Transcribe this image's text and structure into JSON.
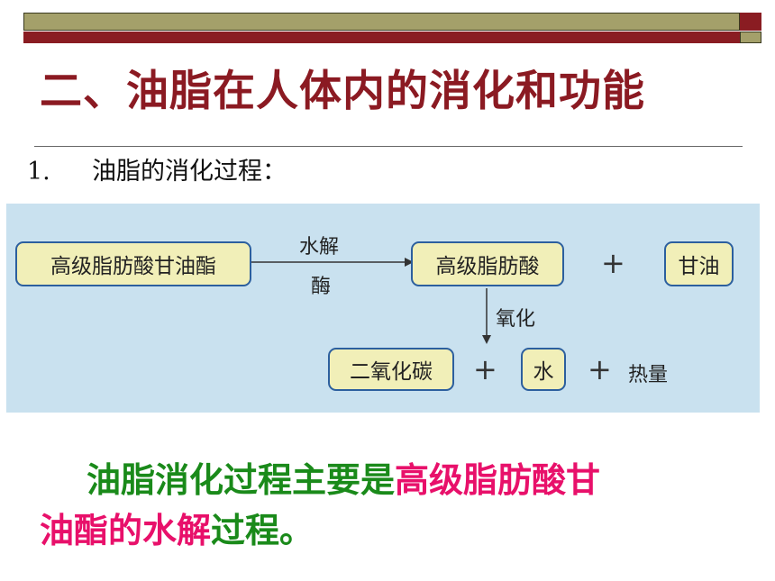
{
  "header": {
    "title": "二、油脂在人体内的消化和功能",
    "colors": {
      "maroon": "#8a1c22",
      "olive": "#a4a06a",
      "title": "#8b1a22"
    }
  },
  "section": {
    "number": "1.",
    "heading": "油脂的消化过程："
  },
  "diagram": {
    "start_box": "高级脂肪酸甘油酯",
    "condition_top": "水解",
    "condition_bottom": "酶",
    "product_box": "高级脂肪酸",
    "plus1": "+",
    "glycerol_box": "甘油",
    "oxidation_label": "氧化",
    "final_box1": "二氧化碳",
    "plus2": "+",
    "final_box2": "水",
    "plus3": "+",
    "heat_label": "热量",
    "colors": {
      "panel": "#c9e1ef",
      "box_fill": "#f1efb8",
      "box_border": "#2c5f9e"
    }
  },
  "summary": {
    "line1_green": "油脂消化过程主要是",
    "line1_pink": "高级脂肪酸甘",
    "line2_pink": "油酯的水解",
    "line2_green": "过程。",
    "colors": {
      "green": "#1a8a1a",
      "pink": "#e8106a"
    }
  }
}
